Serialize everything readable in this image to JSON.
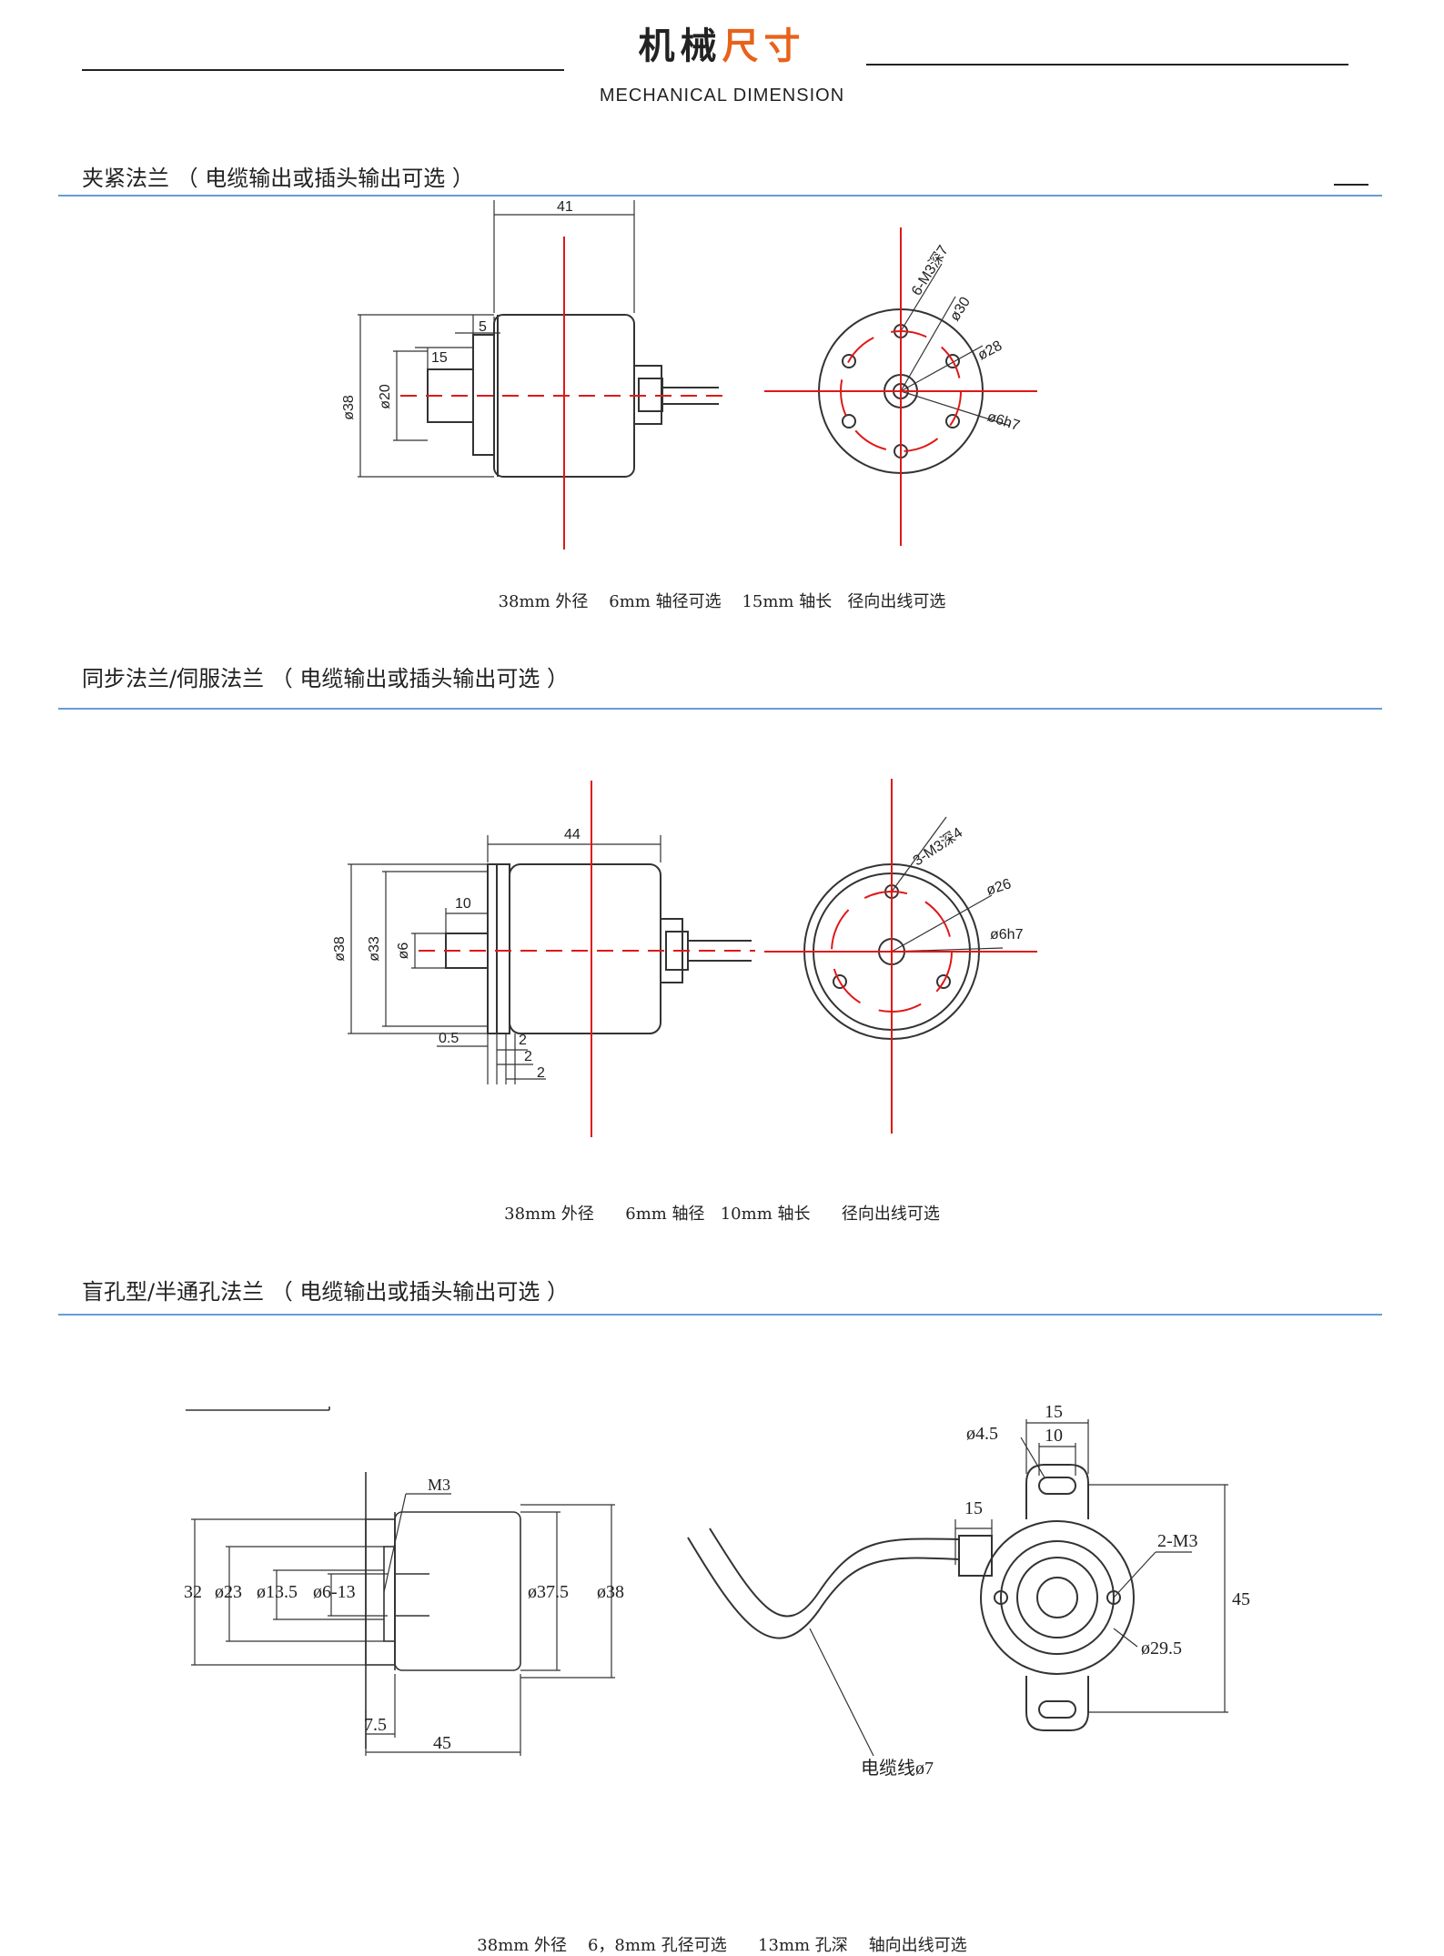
{
  "header": {
    "title_black": "机械",
    "title_orange": "尺寸",
    "subtitle": "MECHANICAL DIMENSION",
    "accent_color": "#e8621a"
  },
  "sections": [
    {
      "title": "夹紧法兰 （ 电缆输出或插头输出可选 ）",
      "caption": "38mm 外径    6mm 轴径可选    15mm 轴长   径向出线可选",
      "dims": {
        "length": "41",
        "step": "5",
        "shaft_len": "15",
        "outer": "ø38",
        "pilot": "ø20",
        "holes": "6-M3深7",
        "pcd1": "ø30",
        "pcd2": "ø28",
        "shaft": "ø6h7"
      }
    },
    {
      "title": "同步法兰/伺服法兰 （ 电缆输出或插头输出可选 ）",
      "caption": "38mm 外径      6mm 轴径   10mm 轴长      径向出线可选",
      "dims": {
        "length": "44",
        "shaft_len": "10",
        "outer": "ø38",
        "pilot": "ø33",
        "shaft_d": "ø6",
        "t1": "0.5",
        "t2": "2",
        "t3": "2",
        "t4": "2",
        "holes": "3-M3深4",
        "pcd": "ø26",
        "shaft": "ø6h7"
      }
    },
    {
      "title": "盲孔型/半通孔法兰 （ 电缆输出或插头输出可选 ）",
      "caption": "38mm 外径    6，8mm 孔径可选      13mm 孔深    轴向出线可选",
      "dims": {
        "screw": "M3",
        "d32": "32",
        "d23": "ø23",
        "d135": "ø13.5",
        "d613": "ø6-13",
        "d375": "ø37.5",
        "d38": "ø38",
        "w75": "7.5",
        "w45": "45",
        "slot": "ø4.5",
        "s15": "15",
        "s10": "10",
        "c15": "15",
        "m3": "2-M3",
        "h45": "45",
        "d295": "ø29.5",
        "cable": "电缆线ø7"
      }
    }
  ]
}
